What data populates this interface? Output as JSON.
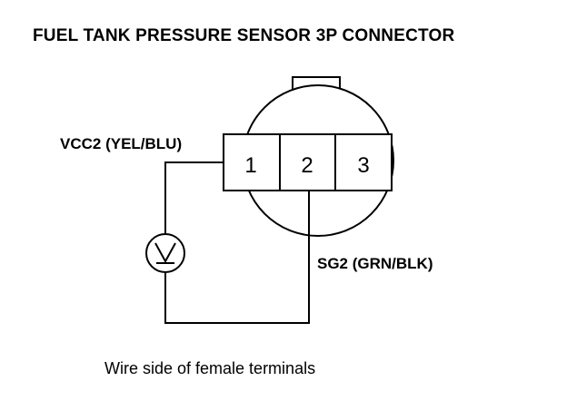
{
  "title": "FUEL TANK PRESSURE SENSOR 3P CONNECTOR",
  "connector": {
    "terminals": [
      "1",
      "2",
      "3"
    ]
  },
  "labels": {
    "vcc2": "VCC2 (YEL/BLU)",
    "sg2": "SG2 (GRN/BLK)"
  },
  "meter": {
    "icon": "voltmeter-icon"
  },
  "caption": "Wire side of female terminals"
}
